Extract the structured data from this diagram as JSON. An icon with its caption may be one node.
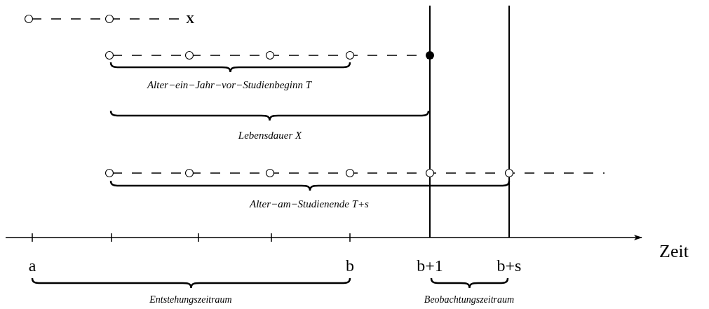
{
  "diagram": {
    "labels": [
      "X",
      "Alter−ein−Jahr−vor−Studienbeginn T",
      "Lebensdauer X",
      "Alter−am−Studienende T+s",
      "Zeit",
      "a",
      "b",
      "b+1",
      "b+s",
      "Entstehungszeitraum",
      "Beobachtungszeitraum"
    ]
  }
}
